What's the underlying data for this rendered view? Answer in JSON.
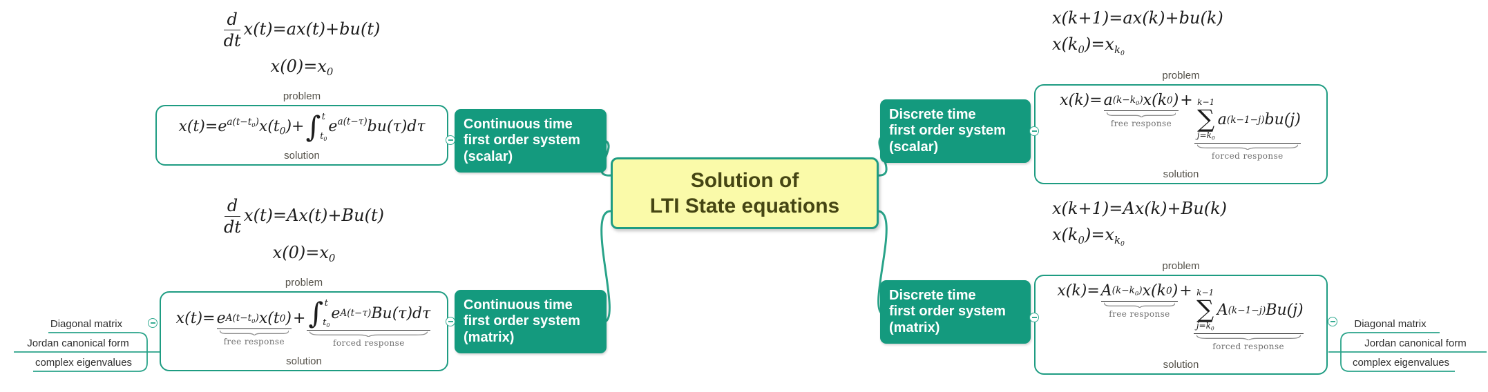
{
  "center": {
    "lines": [
      "Solution of",
      "LTI State equations"
    ]
  },
  "branches": [
    {
      "id": "continuous-scalar",
      "box_label_lines": [
        "Continuous time",
        "first order system",
        "(scalar)"
      ],
      "problem": {
        "label": "problem",
        "equations": [
          "\\frac{d}{dt}x(t)=ax(t)+bu(t)",
          "x(0)=x_{0}"
        ]
      },
      "solution": {
        "label": "solution",
        "equation": "x(t)=e^{a(t−t_{0})}x(t_{0})+\\int_{t_{0}}^{t}e^{a(t−τ)}bu(τ)dτ"
      }
    },
    {
      "id": "continuous-matrix",
      "box_label_lines": [
        "Continuous time",
        "first order system",
        "(matrix)"
      ],
      "problem": {
        "label": "problem",
        "equations": [
          "\\frac{d}{dt}x(t)=Ax(t)+Bu(t)",
          "x(0)=x_{0}"
        ]
      },
      "solution": {
        "label": "solution",
        "equation": "x(t)=\\ub{e^{A(t−t_{0})}x(t_{0})}{free response}+\\ub{\\int_{t_{0}}^{t}e^{A(t−τ)}Bu(τ)dτ}{forced response}"
      }
    },
    {
      "id": "discrete-scalar",
      "box_label_lines": [
        "Discrete time",
        "first order system",
        "(scalar)"
      ],
      "problem": {
        "label": "problem",
        "equations": [
          "x(k+1)=ax(k)+bu(k)",
          "x(k_{0})=x_{k_{0}}"
        ]
      },
      "solution": {
        "label": "solution",
        "equation": "x(k)=\\ub{a^{(k−k_{0})}x(k_{0})}{free response}+\\ub{\\sum_{j=k_{0}}^{k−1}a^{(k−1−j)}bu(j)}{forced response}"
      }
    },
    {
      "id": "discrete-matrix",
      "box_label_lines": [
        "Discrete time",
        "first order system",
        "(matrix)"
      ],
      "problem": {
        "label": "problem",
        "equations": [
          "x(k+1)=Ax(k)+Bu(k)",
          "x(k_{0})=x_{k_{0}}"
        ]
      },
      "solution": {
        "label": "solution",
        "equation": "x(k)=\\ub{A^{(k−k_{0})}x(k_{0})}{free response}+\\ub{\\sum_{j=k_{0}}^{k−1}A^{(k−1−j)}Bu(j)}{forced response}"
      }
    }
  ],
  "matrix_subtopics": [
    "Diagonal matrix",
    "Jordan canonical form",
    "complex eigenvalues"
  ],
  "colors": {
    "accent_teal": "#1E9C82",
    "topic_fill": "#149A7E",
    "center_fill": "#FAFAA9",
    "center_text": "#454513"
  }
}
